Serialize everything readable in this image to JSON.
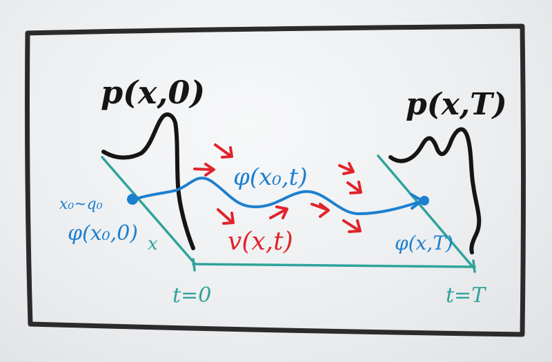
{
  "labels": {
    "p_start": "p(x,0)",
    "p_end": "p(x,T)",
    "phi_path": "φ(x₀,t)",
    "velocity": "v(x,t)",
    "x0_sample": "x₀~q₀",
    "phi_start": "φ(x₀,0)",
    "axis_x": "x",
    "phi_end": "φ(x,T)",
    "t_start": "t=0",
    "t_end": "t=T"
  },
  "colors": {
    "frame": "#2b2b2b",
    "black_ink": "#151515",
    "blue_ink": "#1d7fcf",
    "red_ink": "#e0232a",
    "teal_ink": "#2fa39a"
  }
}
